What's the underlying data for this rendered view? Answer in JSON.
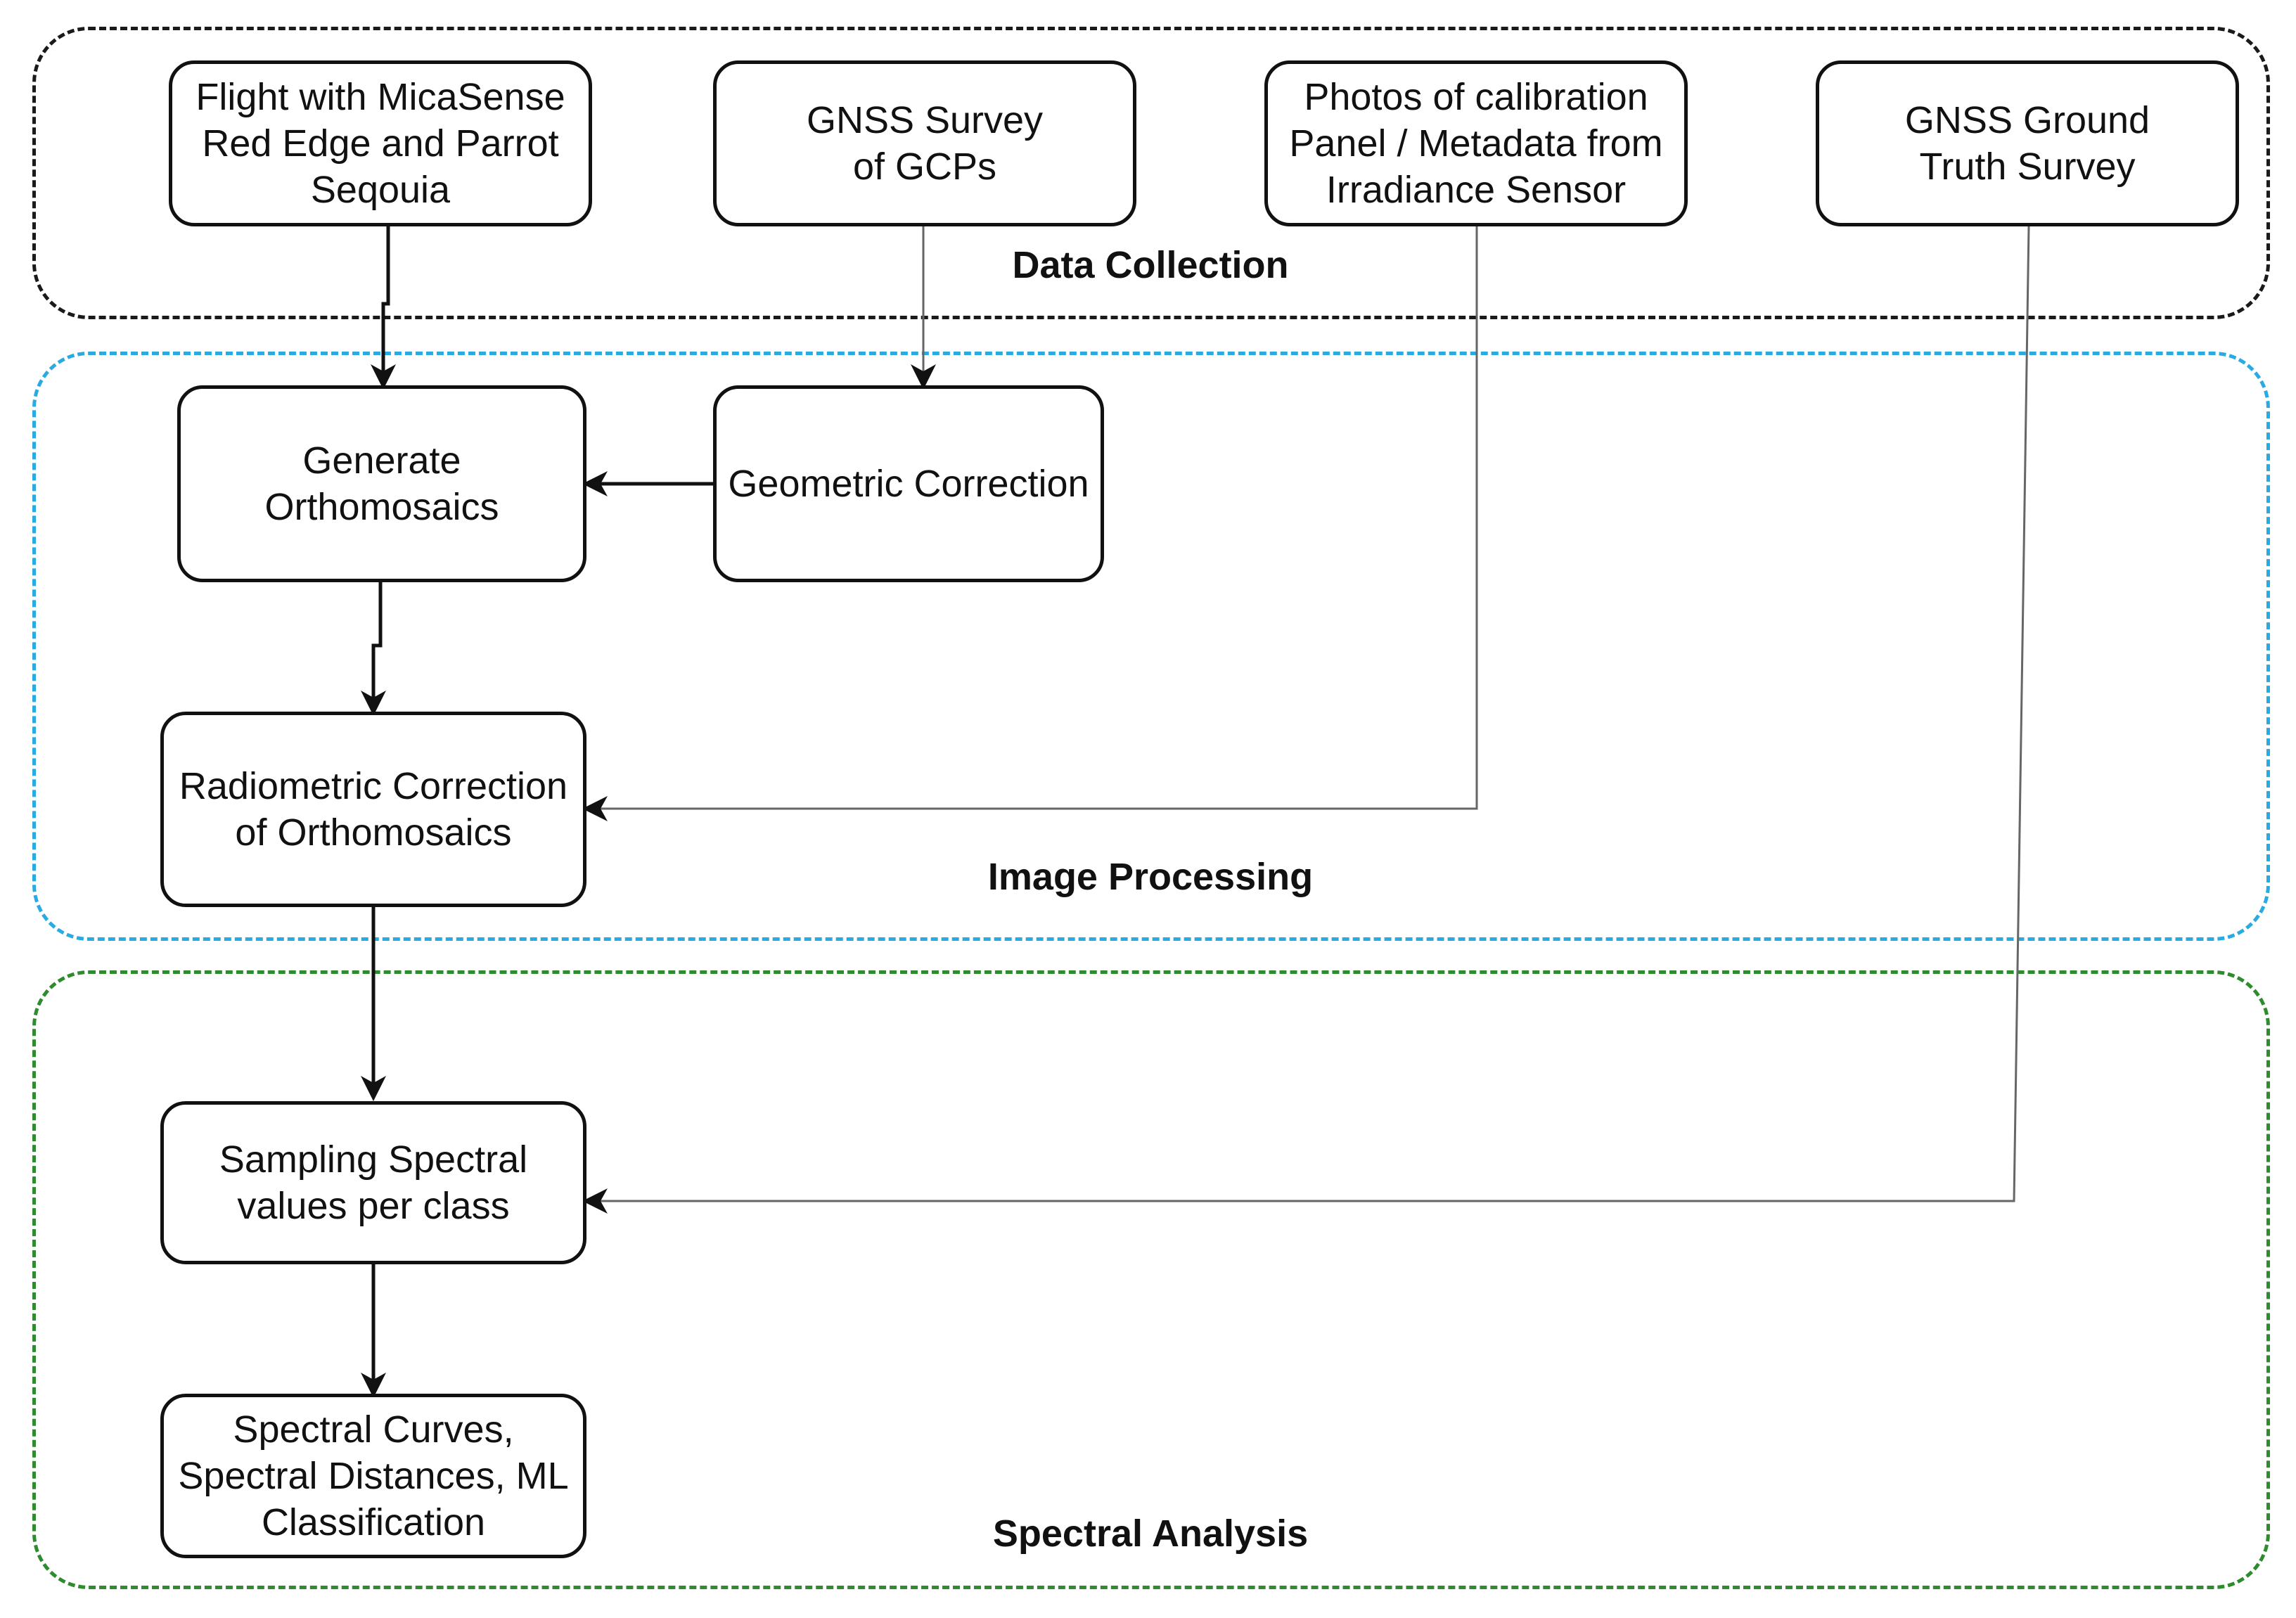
{
  "groups": {
    "data_collection": "Data Collection",
    "image_processing": "Image Processing",
    "spectral_analysis": "Spectral Analysis"
  },
  "nodes": {
    "flight": "Flight with MicaSense\nRed Edge and Parrot\nSeqouia",
    "gnss_gcp": "GNSS Survey\nof GCPs",
    "calibration": "Photos of calibration\nPanel / Metadata from\nIrradiance Sensor",
    "gnss_truth": "GNSS Ground\nTruth Survey",
    "generate": "Generate\nOrthomosaics",
    "geometric": "Geometric Correction",
    "radiometric": "Radiometric Correction\nof Orthomosaics",
    "sampling": "Sampling Spectral\nvalues per class",
    "outputs": "Spectral Curves,\nSpectral Distances, ML\nClassification"
  },
  "colors": {
    "data_collection": "#1a1a1a",
    "image_processing": "#29abe2",
    "spectral_analysis": "#2e8b2e"
  }
}
